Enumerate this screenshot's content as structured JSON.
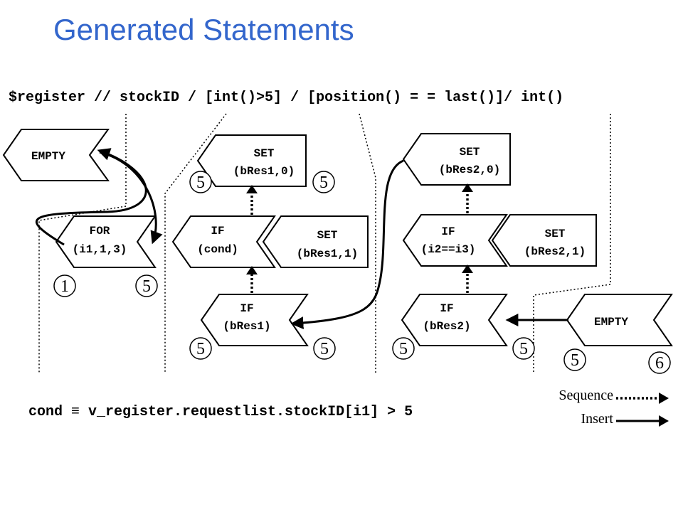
{
  "title": "Generated Statements",
  "xpath_expression": "$register // stockID / [int()>5] / [position() = = last()]/ int()",
  "cond_definition": "cond ≡ v_register.requestlist.stockID[i1] > 5",
  "legend": {
    "sequence": "Sequence",
    "insert": "Insert"
  },
  "nodes": {
    "empty1": {
      "lines": [
        "EMPTY"
      ]
    },
    "for": {
      "lines": [
        "FOR",
        "(i1,1,3)"
      ]
    },
    "set_bres1_0": {
      "lines": [
        "SET",
        "(bRes1,0)"
      ]
    },
    "if_cond": {
      "lines": [
        "IF",
        "(cond)"
      ]
    },
    "set_bres1_1": {
      "lines": [
        "SET",
        "(bRes1,1)"
      ]
    },
    "if_bres1": {
      "lines": [
        "IF",
        "(bRes1)"
      ]
    },
    "set_bres2_0": {
      "lines": [
        "SET",
        "(bRes2,0)"
      ]
    },
    "if_i2i3": {
      "lines": [
        "IF",
        "(i2==i3)"
      ]
    },
    "set_bres2_1": {
      "lines": [
        "SET",
        "(bRes2,1)"
      ]
    },
    "if_bres2": {
      "lines": [
        "IF",
        "(bRes2)"
      ]
    },
    "empty2": {
      "lines": [
        "EMPTY"
      ]
    }
  },
  "numbers": {
    "for_left": "1",
    "for_right": "5",
    "set1_left": "5",
    "set1_right": "5",
    "ifb1_left": "5",
    "ifb1_right": "5",
    "ifb2_left": "5",
    "ifb2_right": "5",
    "empty2_left": "5",
    "empty2_right": "6"
  }
}
